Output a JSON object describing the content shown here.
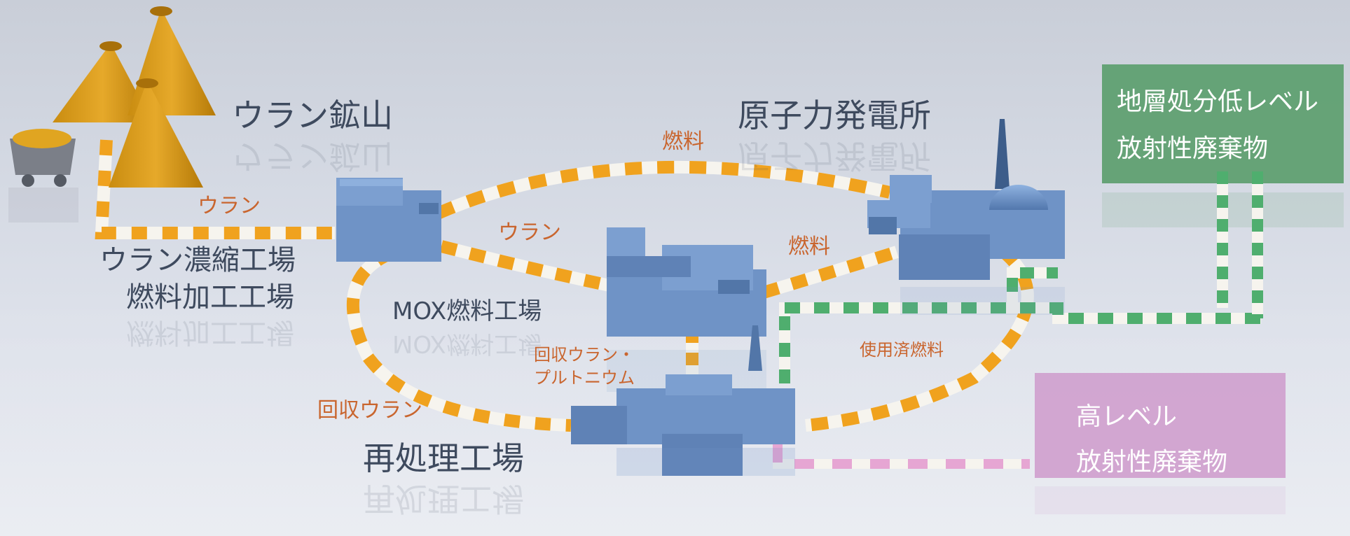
{
  "labels": {
    "uranium_mine": "ウラン鉱山",
    "enrichment_plant_line1": "ウラン濃縮工場",
    "enrichment_plant_line2": "燃料加工工場",
    "mox_plant": "MOX燃料工場",
    "nuclear_power_plant": "原子力発電所",
    "reprocessing_plant": "再処理工場",
    "low_level_waste_line1": "地層処分低レベル",
    "low_level_waste_line2": "放射性廃棄物",
    "high_level_waste_line1": "高レベル",
    "high_level_waste_line2": "放射性廃棄物"
  },
  "flows": {
    "uranium_1": "ウラン",
    "uranium_2": "ウラン",
    "fuel_1": "燃料",
    "fuel_2": "燃料",
    "spent_fuel": "使用済燃料",
    "recovered_uranium": "回収ウラン",
    "recovered_u_pu_line1": "回収ウラン・",
    "recovered_u_pu_line2": "プルトニウム"
  },
  "colors": {
    "building": "#6f93c6",
    "building_dark": "#5276a8",
    "orange_pipe": "#f0a21e",
    "green_pipe": "#4fae6e",
    "pink_pipe": "#e6a6d3",
    "low_waste_box": "#5c9e6e",
    "high_waste_box": "#cf9fcd"
  }
}
